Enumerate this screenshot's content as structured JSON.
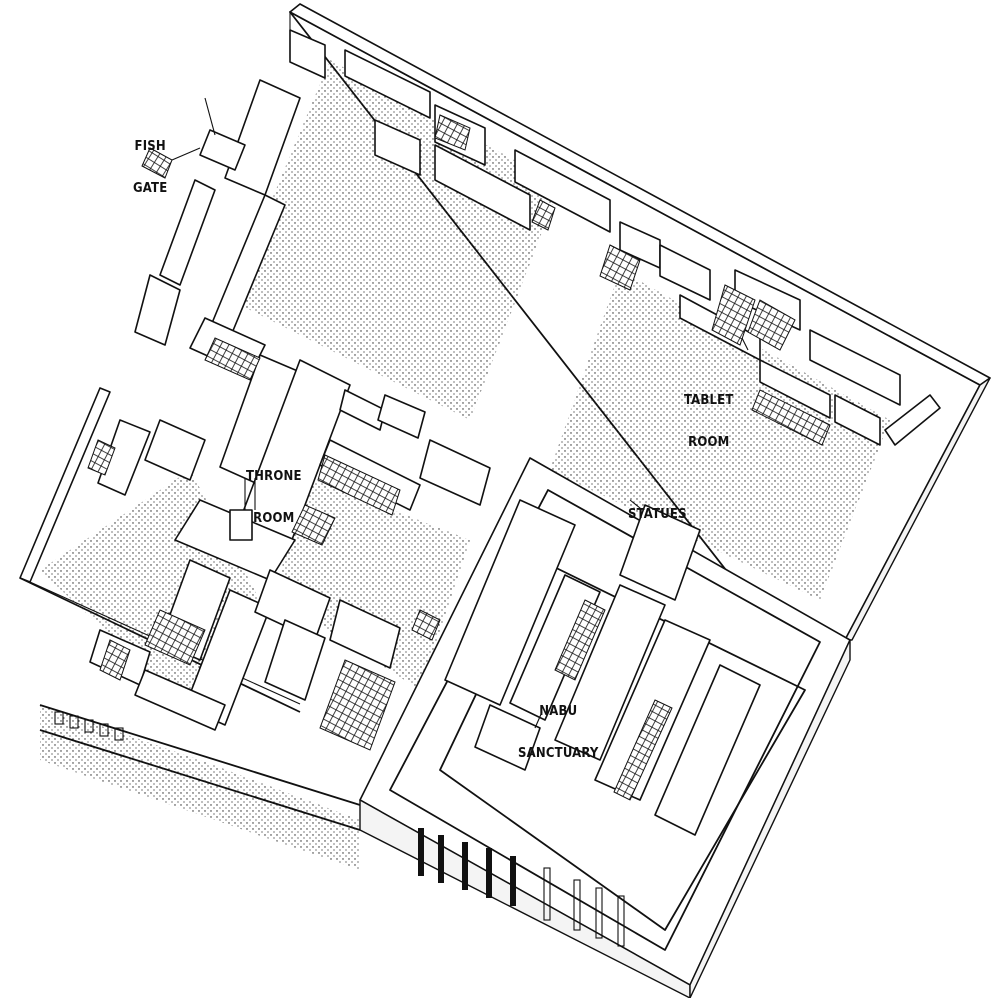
{
  "labels": {
    "fish_gate_1": "FISH",
    "fish_gate_2": "GATE",
    "throne_room_1": "THRONE",
    "throne_room_2": "ROOM",
    "tablet_room_1": "TABLET",
    "tablet_room_2": "ROOM",
    "statues": "STATUES",
    "nabu_sanctuary_1": "NABU",
    "nabu_sanctuary_2": "SANCTUARY"
  },
  "colors": {
    "ink": "#111111",
    "paper": "#ffffff"
  }
}
